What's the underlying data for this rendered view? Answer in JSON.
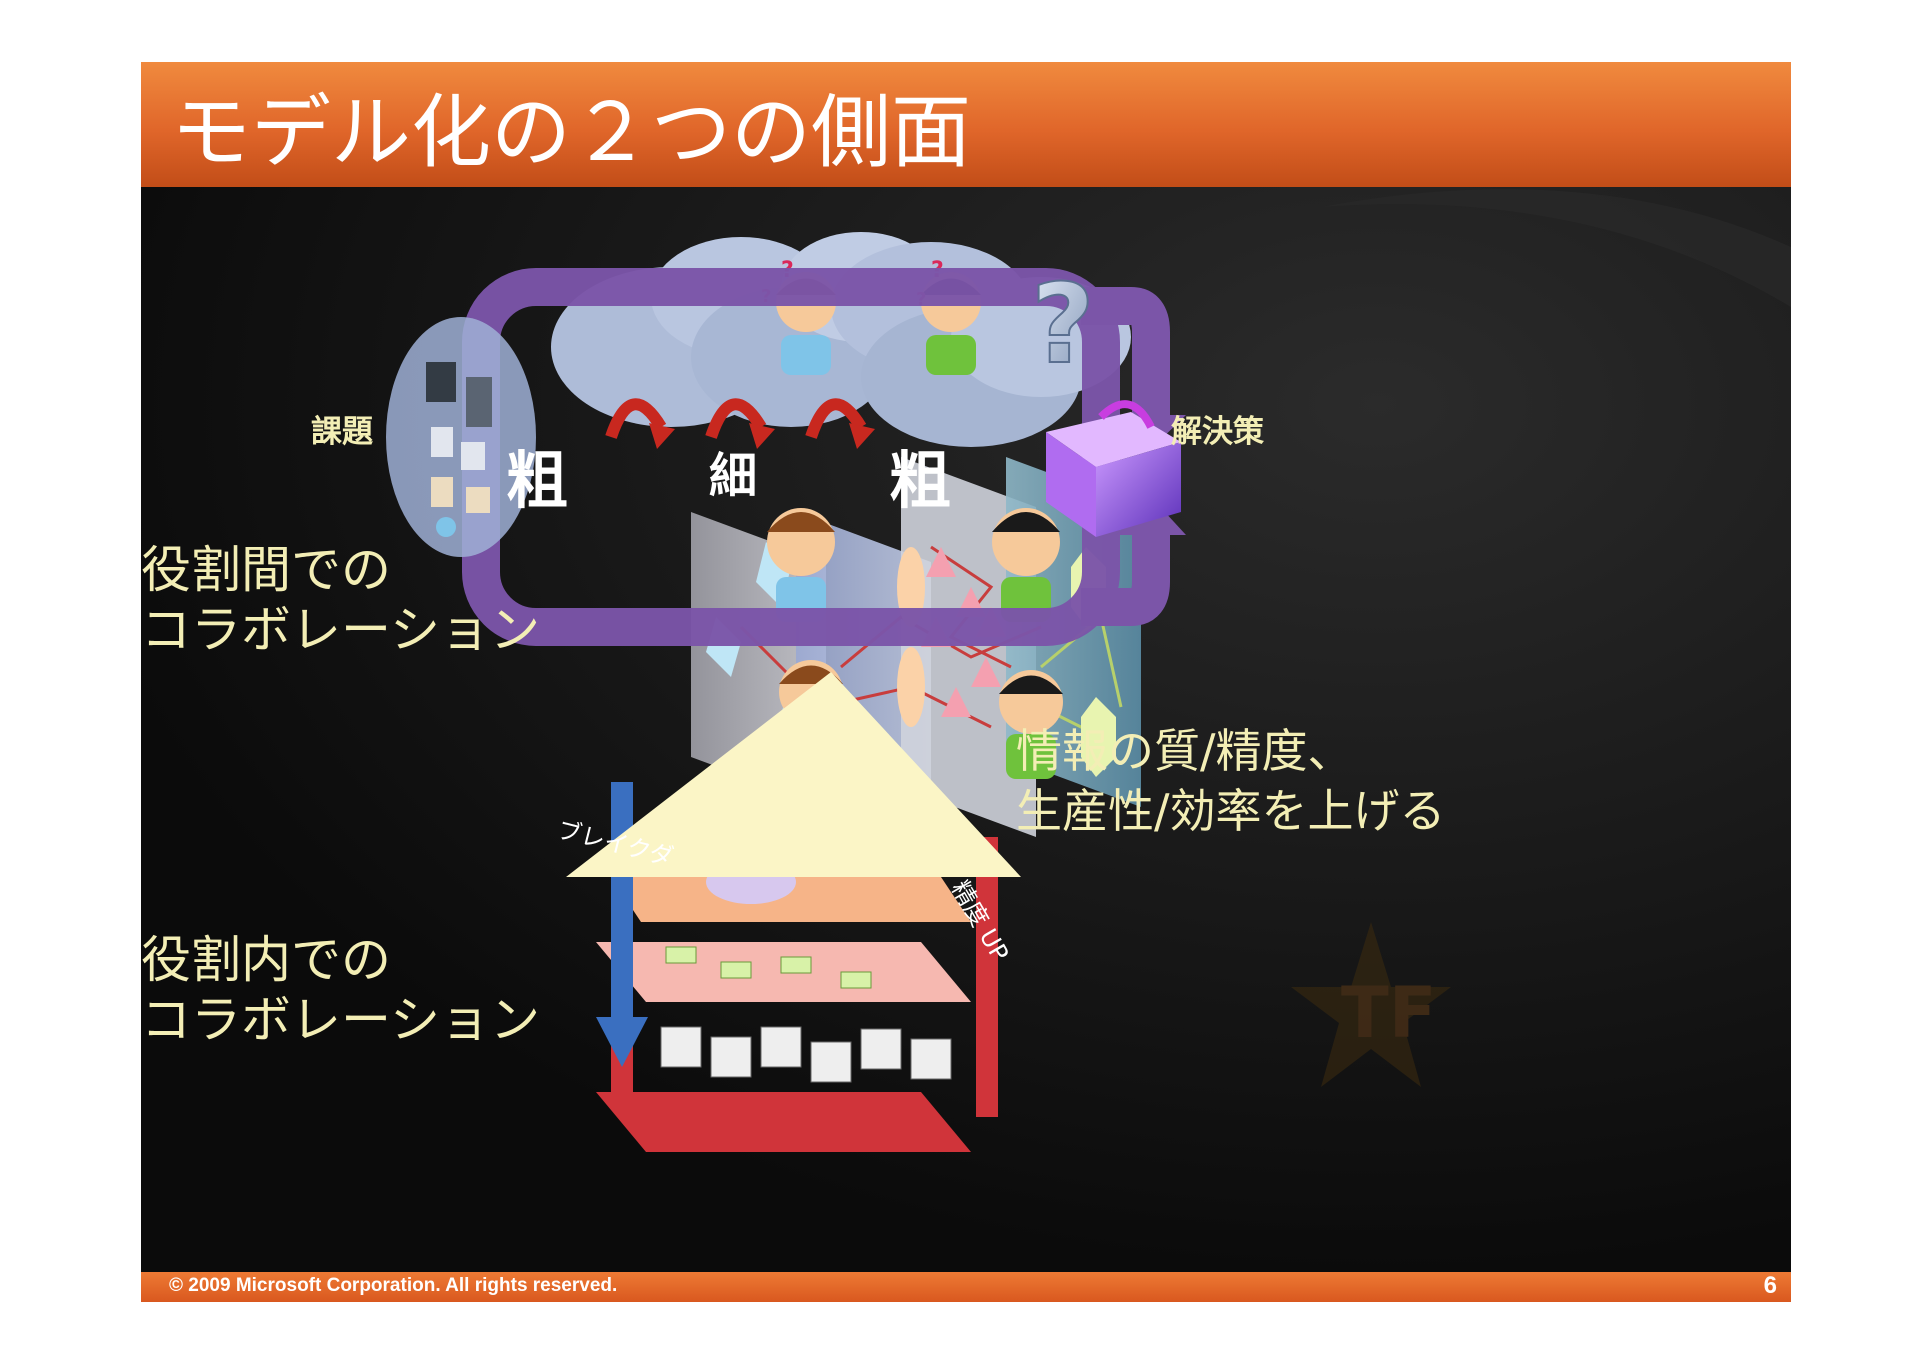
{
  "slide": {
    "title": "モデル化の２つの側面",
    "copyright": "© 2009 Microsoft Corporation. All rights reserved.",
    "page_number": "6"
  },
  "diagram": {
    "problem_label": "課題",
    "solution_label": "解決策",
    "coarse_left": "粗",
    "fine": "細",
    "coarse_right": "粗",
    "inter_role_line1": "役割間での",
    "inter_role_line2": "コラボレーション",
    "intra_role_line1": "役割内での",
    "intra_role_line2": "コラボレーション",
    "quality_line1": "情報の質/精度、",
    "quality_line2": "生産性/効率を上げる",
    "breakdown_label": "ブレイクダ",
    "precision_label": "精度 UP",
    "question_marks": [
      "?",
      "?",
      "?",
      "?"
    ]
  },
  "colors": {
    "title_bar": "#e0662a",
    "slide_bg": "#0d0d0d",
    "loop_arrow": "#7b55a8",
    "label_text": "#f3eeb5",
    "cloud": "#b6c3dc",
    "triangle": "#fbf5c6"
  }
}
